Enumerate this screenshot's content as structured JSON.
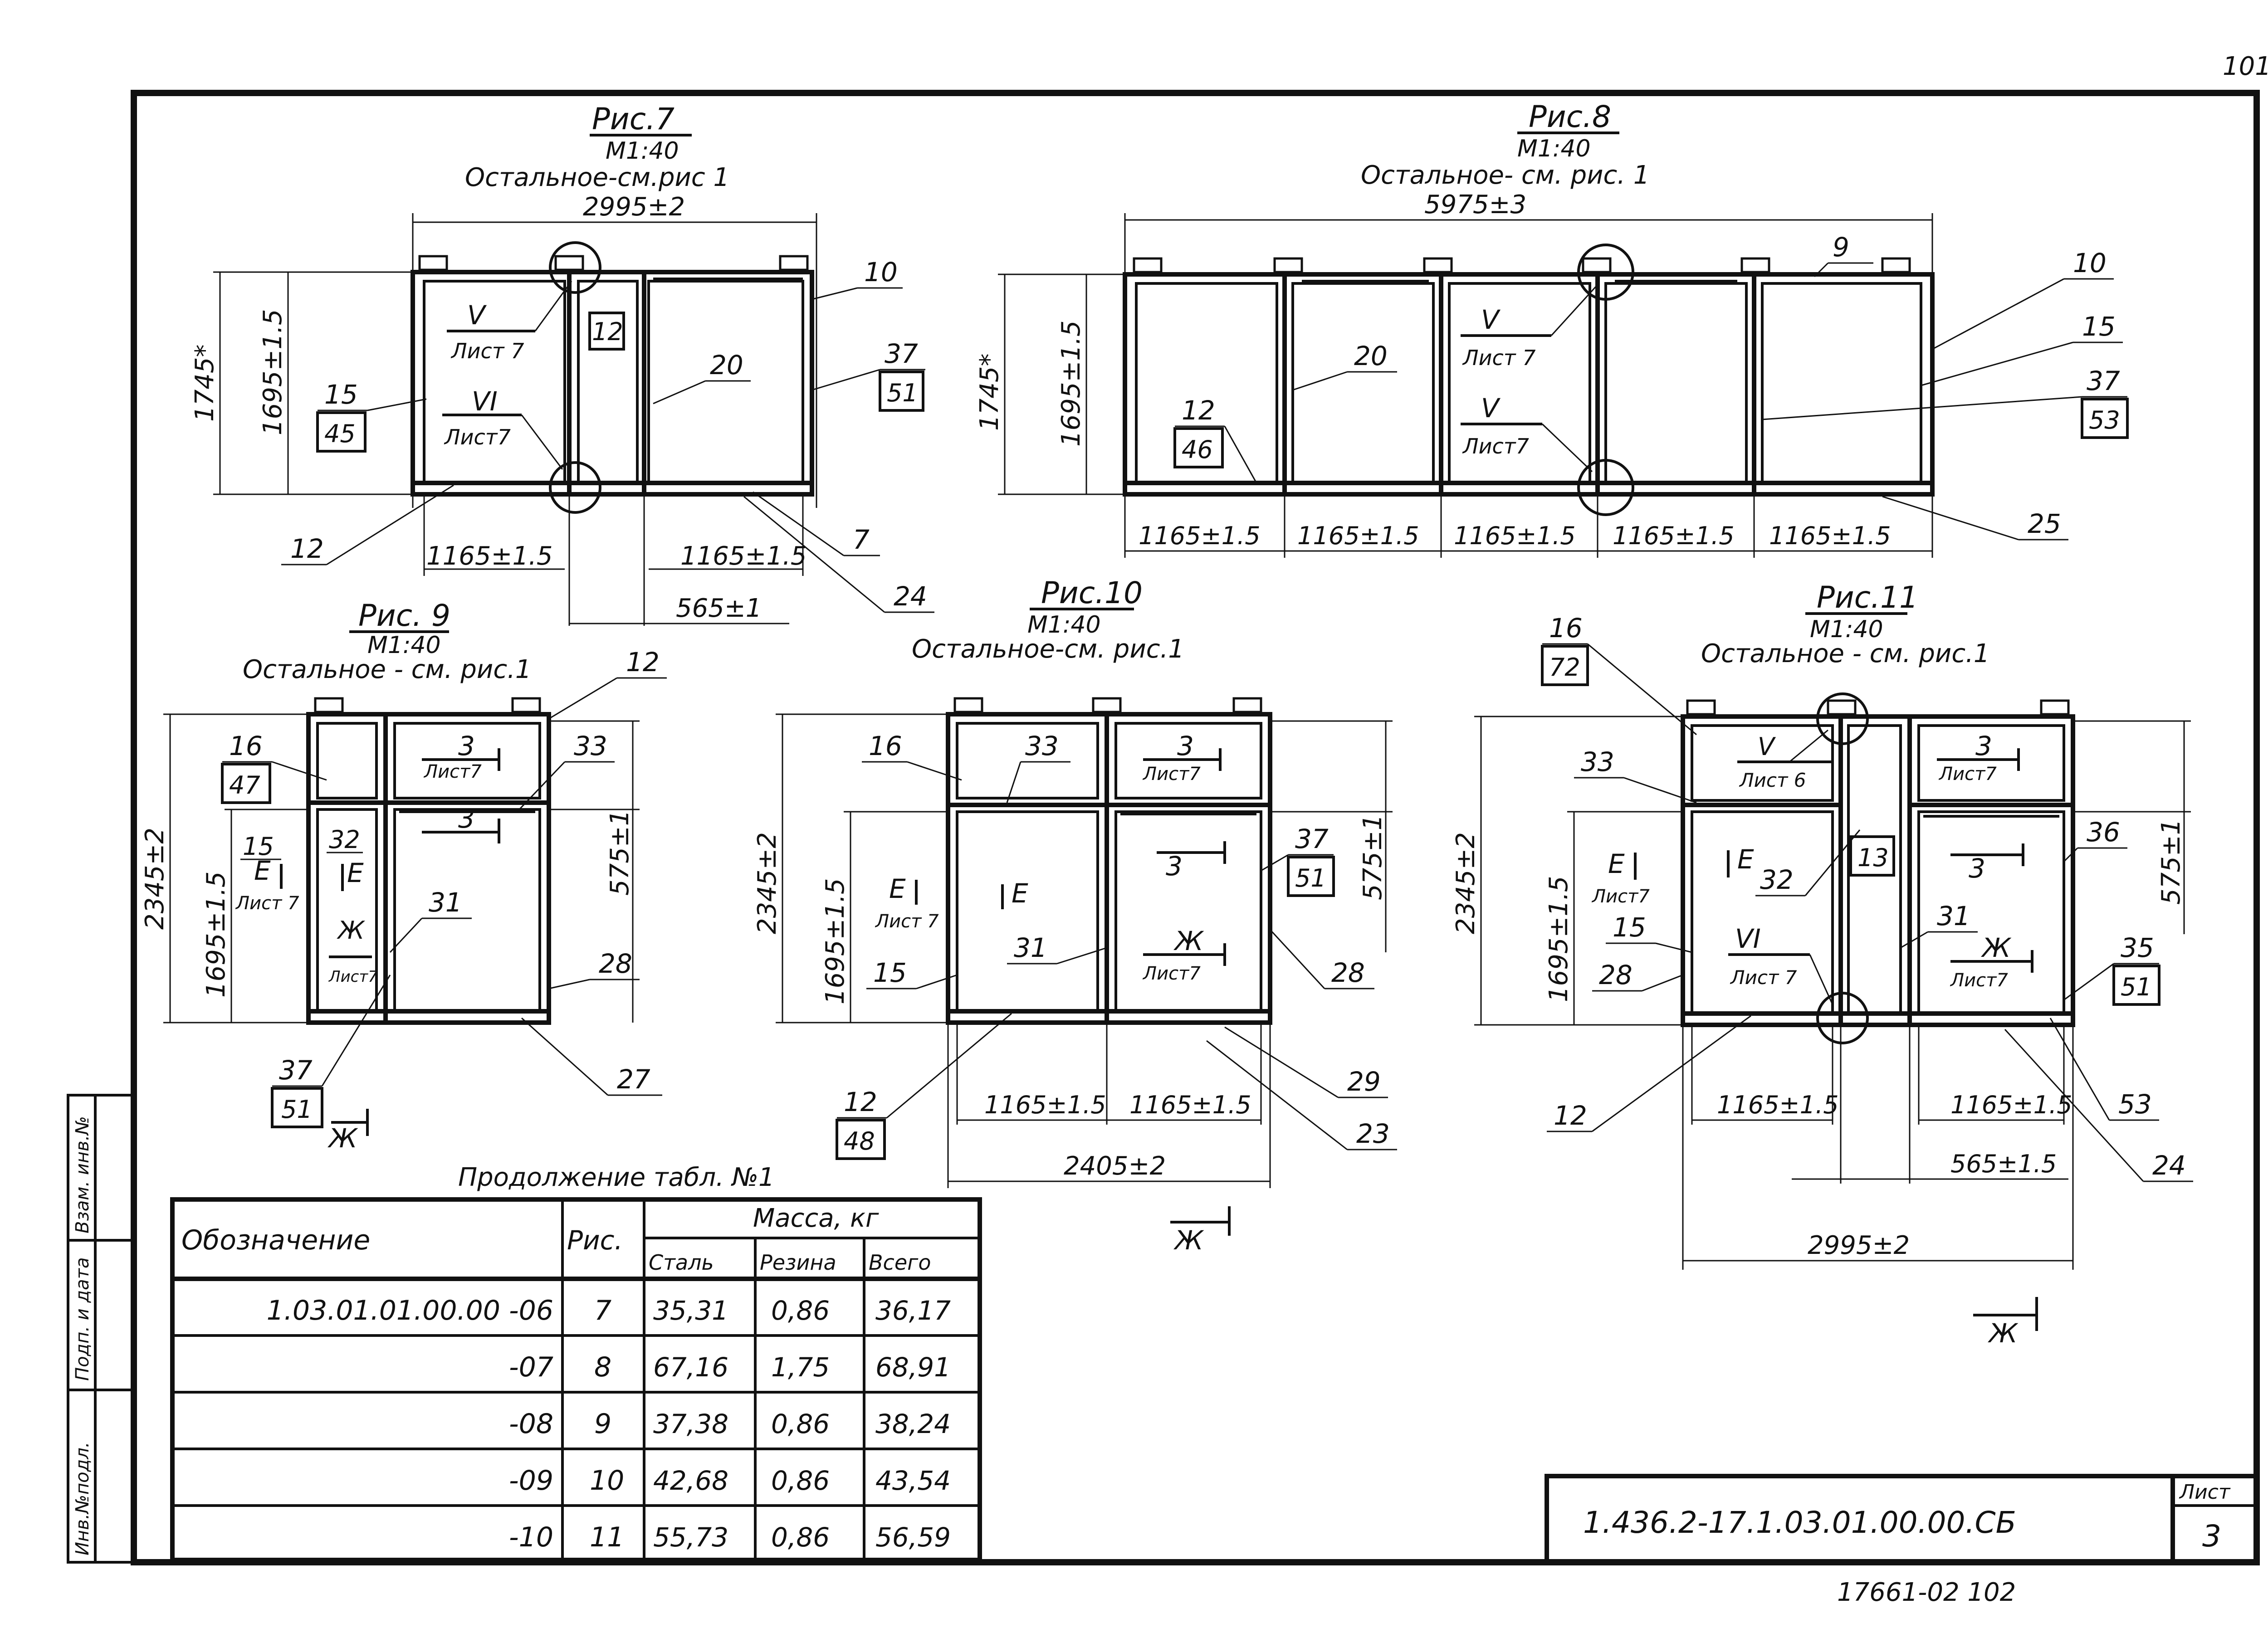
{
  "page_number": "101",
  "fig7": {
    "title": "Рис.7",
    "scale": "М1:40",
    "note": "Остальное-см.рис 1",
    "dim_width": "2995±2",
    "dim_height_total": "1745*",
    "dim_height": "1695±1.5",
    "dim_bay1": "1165±1.5",
    "dim_bay2": "1165±1.5",
    "dim_gap": "565±1",
    "callout_upper": {
      "num": "V",
      "ref": "Лист 7"
    },
    "callout_lower": {
      "num": "VI",
      "ref": "Лист7"
    },
    "labels": {
      "p12a": "12",
      "p20": "20",
      "p10": "10",
      "p37": "37",
      "p51": "51",
      "p15": "15",
      "p45": "45",
      "p12b": "12",
      "p7": "7",
      "p24": "24"
    }
  },
  "fig8": {
    "title": "Рис.8",
    "scale": "М1:40",
    "note": "Остальное- см. рис. 1",
    "dim_width": "5975±3",
    "dim_height_total": "1745*",
    "dim_height": "1695±1.5",
    "bays": [
      "1165±1.5",
      "1165±1.5",
      "1165±1.5",
      "1165±1.5",
      "1165±1.5"
    ],
    "callout_upper": {
      "num": "V",
      "ref": "Лист 7"
    },
    "callout_lower": {
      "num": "V",
      "ref": "Лист7"
    },
    "labels": {
      "p9": "9",
      "p10": "10",
      "p15": "15",
      "p37": "37",
      "p53": "53",
      "p20": "20",
      "p12": "12",
      "p46": "46",
      "p25": "25"
    }
  },
  "fig9": {
    "title": "Рис. 9",
    "scale": "М1:40",
    "note": "Остальное - см. рис.1",
    "dim_height_total": "2345±2",
    "dim_height": "1695±1.5",
    "dim_upper": "575±1",
    "section_3": {
      "num": "3",
      "ref": "Лист7"
    },
    "section_3b": "3",
    "section_E1": {
      "num": "Е",
      "ref": "Лист 7"
    },
    "section_E2": "Е",
    "section_Zh": {
      "num": "Ж",
      "ref": "Лист7"
    },
    "view_arrow": "Ж",
    "labels": {
      "p12": "12",
      "p16": "16",
      "p47": "47",
      "p33": "33",
      "p15": "15",
      "p32": "32",
      "p31": "31",
      "p28": "28",
      "p27": "27",
      "p37": "37",
      "p51": "51"
    }
  },
  "fig10": {
    "title": "Рис.10",
    "scale": "М1:40",
    "note": "Остальное-см. рис.1",
    "dim_height_total": "2345±2",
    "dim_height": "1695±1.5",
    "dim_upper": "575±1",
    "dim_bay1": "1165±1.5",
    "dim_bay2": "1165±1.5",
    "dim_width": "2405±2",
    "section_3a": {
      "num": "3",
      "ref": "Лист7"
    },
    "section_3b": "3",
    "section_E1": {
      "num": "Е",
      "ref": "Лист 7"
    },
    "section_E2": "Е",
    "section_Zh": {
      "num": "Ж",
      "ref": "Лист7"
    },
    "view_arrow": "Ж",
    "labels": {
      "p16": "16",
      "p33": "33",
      "p37": "37",
      "p51": "51",
      "p15": "15",
      "p31": "31",
      "p28": "28",
      "p12": "12",
      "p48": "48",
      "p29": "29",
      "p23": "23"
    }
  },
  "fig11": {
    "title": "Рис.11",
    "scale": "М1:40",
    "note": "Остальное - см. рис.1",
    "dim_height_total": "2345±2",
    "dim_height": "1695±1.5",
    "dim_upper": "575±1",
    "dim_bay1": "1165±1.5",
    "dim_bay2": "1165±1.5",
    "dim_gap": "565±1.5",
    "dim_width": "2995±2",
    "callout_upper": {
      "num": "V",
      "ref": "Лист 6"
    },
    "callout_lower": {
      "num": "VI",
      "ref": "Лист 7"
    },
    "section_3a": {
      "num": "3",
      "ref": "Лист7"
    },
    "section_3b": "3",
    "section_E1": {
      "num": "Е",
      "ref": "Лист7"
    },
    "section_E2": "Е",
    "section_Zh": {
      "num": "Ж",
      "ref": "Лист7"
    },
    "view_arrow": "Ж",
    "labels": {
      "p16": "16",
      "p72": "72",
      "p33": "33",
      "p32": "32",
      "p13": "13",
      "p36": "36",
      "p15": "15",
      "p28": "28",
      "p31": "31",
      "p35": "35",
      "p51": "51",
      "p12": "12",
      "p53": "53",
      "p24": "24"
    }
  },
  "table": {
    "caption": "Продолжение табл. №1",
    "headers": {
      "designation": "Обозначение",
      "fig": "Рис.",
      "mass": "Масса, кг",
      "steel": "Сталь",
      "rubber": "Резина",
      "total": "Всего"
    },
    "rows": [
      {
        "designation": "1.03.01.01.00.00 -06",
        "fig": "7",
        "steel": "35,31",
        "rubber": "0,86",
        "total": "36,17"
      },
      {
        "designation": "-07",
        "fig": "8",
        "steel": "67,16",
        "rubber": "1,75",
        "total": "68,91"
      },
      {
        "designation": "-08",
        "fig": "9",
        "steel": "37,38",
        "rubber": "0,86",
        "total": "38,24"
      },
      {
        "designation": "-09",
        "fig": "10",
        "steel": "42,68",
        "rubber": "0,86",
        "total": "43,54"
      },
      {
        "designation": "-10",
        "fig": "11",
        "steel": "55,73",
        "rubber": "0,86",
        "total": "56,59"
      }
    ]
  },
  "side_stamp": [
    "Инв.№подл.",
    "Подп. и дата",
    "Взам. инв.№"
  ],
  "title_block": {
    "code": "1.436.2-17.1.03.01.00.00.СБ",
    "sheet_label": "Лист",
    "sheet_number": "3"
  },
  "archive_number": "17661-02 102"
}
